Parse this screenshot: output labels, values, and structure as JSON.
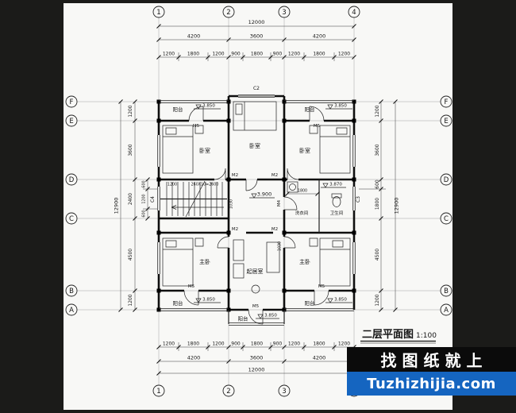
{
  "sheet": {
    "title": "二层平面图",
    "title_scale": "1:100"
  },
  "watermark": {
    "slogan": "找图纸就上",
    "site": "Tuzhizhijia.com",
    "site_bg": "#1565c0"
  },
  "axes": {
    "cols": [
      "1",
      "2",
      "3",
      "4"
    ],
    "rows": [
      "F",
      "E",
      "D",
      "C",
      "B",
      "A"
    ]
  },
  "dims": {
    "top": {
      "total": "12000",
      "major": [
        "4200",
        "3600",
        "4200"
      ],
      "minor": [
        "1200",
        "1800",
        "1200",
        "900",
        "1800",
        "900",
        "1200",
        "1800",
        "1200"
      ]
    },
    "bottom": {
      "total": "12000",
      "major": [
        "4200",
        "3600",
        "4200"
      ],
      "minor": [
        "1200",
        "1800",
        "1200",
        "900",
        "1800",
        "900",
        "1200",
        "1800",
        "1200"
      ]
    },
    "left": {
      "total": "12900",
      "segments": [
        "1200",
        "3600",
        "2400",
        "4500",
        "1200"
      ],
      "sub": [
        "600",
        "1200",
        "600"
      ]
    },
    "right": {
      "total": "12900",
      "segments": [
        "1200",
        "3600",
        "600",
        "1800",
        "4500",
        "1200"
      ]
    }
  },
  "labels": {
    "bedroom": "卧室",
    "master": "主卧",
    "balcony": "阳台",
    "living": "起居室",
    "laundry": "洗衣间",
    "toilet": "卫生间"
  },
  "levels": {
    "balcony": "3.850",
    "hall": "3.900",
    "bath": "3.870"
  },
  "codes": {
    "c2": "C2",
    "c3": "C3",
    "c4": "C4",
    "m2": "M2",
    "m4": "M4",
    "m5": "M5"
  },
  "notes": {
    "stair_width": "1200",
    "stair": "260X10=2600",
    "door": "1030",
    "bath_width": "1800"
  }
}
